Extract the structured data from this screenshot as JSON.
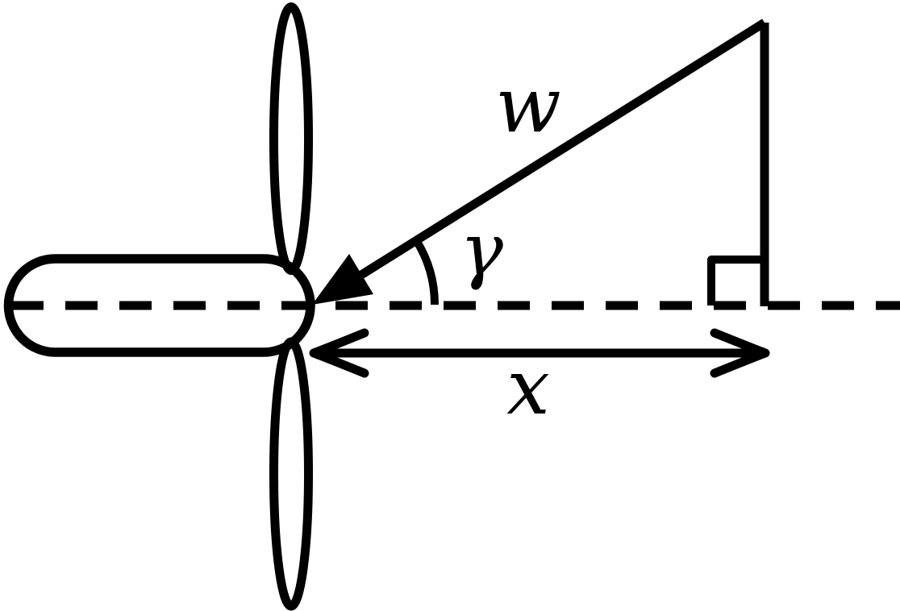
{
  "diagram": {
    "labels": {
      "velocity": "w",
      "angle": "γ",
      "distance": "x"
    },
    "colors": {
      "stroke": "#000000",
      "background": "#ffffff"
    }
  }
}
